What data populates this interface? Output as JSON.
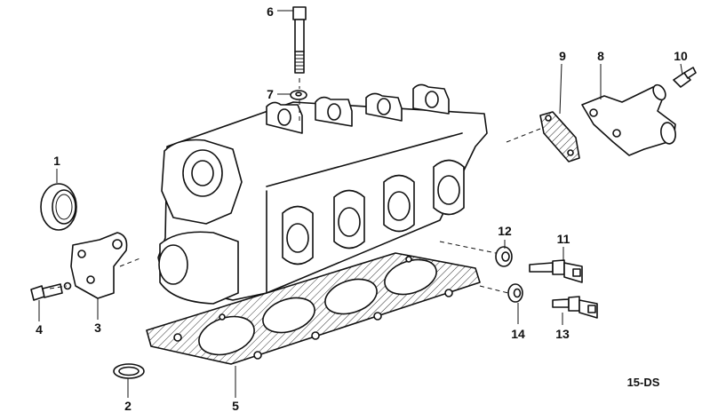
{
  "diagram": {
    "drawing_code": "15-DS",
    "callouts": [
      {
        "id": "c1",
        "label": "1",
        "part": "crankshaft-seal"
      },
      {
        "id": "c2",
        "label": "2",
        "part": "o-ring"
      },
      {
        "id": "c3",
        "label": "3",
        "part": "bracket"
      },
      {
        "id": "c4",
        "label": "4",
        "part": "hex-bolt"
      },
      {
        "id": "c5",
        "label": "5",
        "part": "head-gasket"
      },
      {
        "id": "c6",
        "label": "6",
        "part": "head-bolt"
      },
      {
        "id": "c7",
        "label": "7",
        "part": "washer"
      },
      {
        "id": "c8",
        "label": "8",
        "part": "coolant-outlet-housing"
      },
      {
        "id": "c9",
        "label": "9",
        "part": "housing-gasket"
      },
      {
        "id": "c10",
        "label": "10",
        "part": "housing-bolt"
      },
      {
        "id": "c11",
        "label": "11",
        "part": "temperature-sensor"
      },
      {
        "id": "c12",
        "label": "12",
        "part": "sealing-ring"
      },
      {
        "id": "c13",
        "label": "13",
        "part": "temperature-sensor"
      },
      {
        "id": "c14",
        "label": "14",
        "part": "sealing-ring"
      }
    ]
  }
}
